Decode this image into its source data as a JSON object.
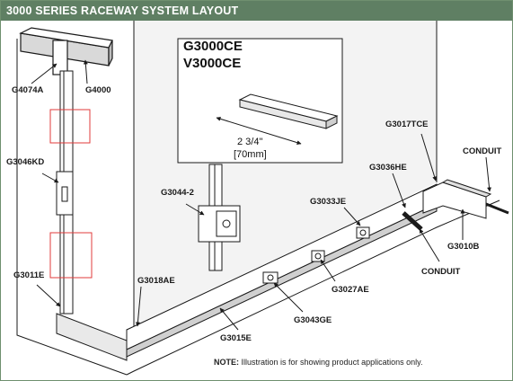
{
  "header": {
    "title": "3000 SERIES RACEWAY SYSTEM LAYOUT"
  },
  "callout": {
    "model_1": "G3000CE",
    "model_2": "V3000CE",
    "dimension_in": "2 3/4\"",
    "dimension_mm": "[70mm]"
  },
  "labels": {
    "g4074a": "G4074A",
    "g4000": "G4000",
    "g3046kd": "G3046KD",
    "g3011e": "G3011E",
    "g3018ae": "G3018AE",
    "g3044_2": "G3044-2",
    "g3015e": "G3015E",
    "g3043ge": "G3043GE",
    "g3027ae": "G3027AE",
    "g3033je": "G3033JE",
    "g3036he": "G3036HE",
    "g3017tce": "G3017TCE",
    "conduit_top": "CONDUIT",
    "g3010b": "G3010B",
    "conduit_bottom": "CONDUIT"
  },
  "note": {
    "prefix": "NOTE:",
    "text": " Illustration is for showing product applications only."
  },
  "colors": {
    "header_bg": "#5f7f63",
    "header_text": "#ffffff",
    "highlight_box": "#e23b3b",
    "line": "#1a1a1a",
    "wall_shade": "#e9e9e9"
  }
}
